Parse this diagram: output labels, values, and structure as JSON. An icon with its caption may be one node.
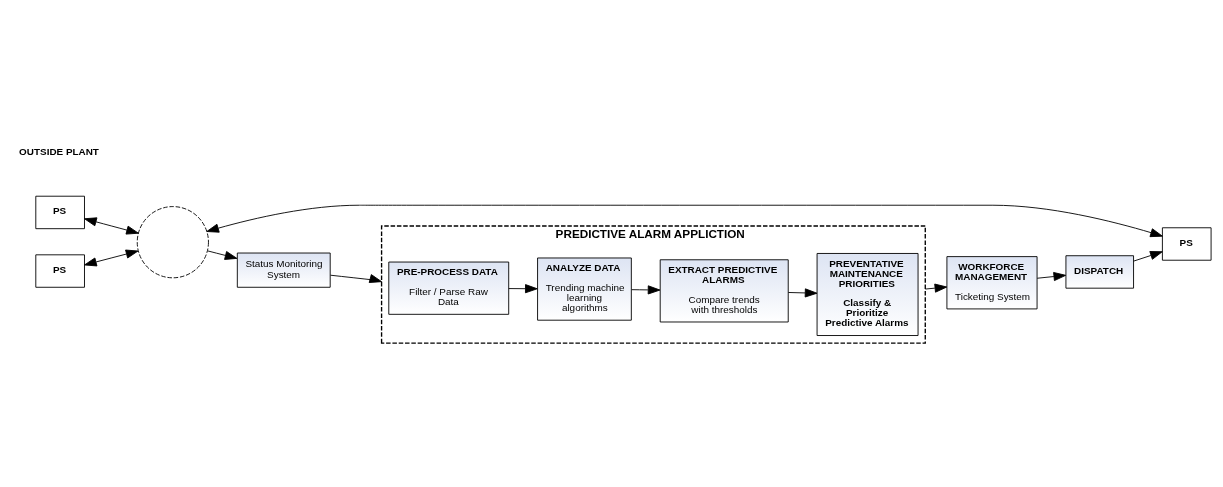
{
  "diagram": {
    "nodes": [
      {
        "text": [
          "PS"
        ]
      },
      {
        "text": [
          "PS"
        ]
      },
      {
        "text": [
          "PS"
        ]
      },
      {
        "text": [],
        "shape": "circle"
      },
      {
        "text": [
          "Status Monitoring System"
        ]
      },
      {
        "text": [
          "PREDICTIVE ALARM APPLICTION"
        ]
      },
      {
        "text": [
          "PRE-PROCESS DATA",
          "Filter / Parse Raw Data"
        ],
        "in": 5
      },
      {
        "text": [
          "ANALYZE DATA",
          "Trending machine learning algorithms"
        ],
        "in": 5
      },
      {
        "text": [
          "EXTRACT PREDICTIVE ALARMS",
          "Compare trends with thresholds"
        ],
        "in": 5
      },
      {
        "text": [
          "PREVENTATIVE MAINTENANCE PRIORITIES",
          "Classify & Prioritize Predictive Alarms"
        ],
        "in": 5
      },
      {
        "text": [
          "WORKFORCE MANAGEMENT",
          "Ticketing System"
        ]
      },
      {
        "text": [
          "DISPATCH"
        ]
      }
    ],
    "edges": [
      {
        "from": 0,
        "to": 3,
        "arrow": "both"
      },
      {
        "from": 1,
        "to": 3,
        "arrow": "both"
      },
      {
        "from": 2,
        "to": 3,
        "arrow": "both"
      },
      {
        "from": 3,
        "to": 4,
        "arrow": "to"
      },
      {
        "from": 4,
        "to": 5,
        "arrow": "to"
      },
      {
        "from": 6,
        "to": 7,
        "arrow": "to"
      },
      {
        "from": 7,
        "to": 8,
        "arrow": "to"
      },
      {
        "from": 8,
        "to": 9,
        "arrow": "to"
      },
      {
        "from": 5,
        "to": 10,
        "arrow": "to"
      },
      {
        "from": 10,
        "to": 11,
        "arrow": "to"
      },
      {
        "from": 11,
        "to": 2,
        "arrow": "to"
      }
    ],
    "labels": [
      "OUTSIDE PLANT"
    ]
  }
}
